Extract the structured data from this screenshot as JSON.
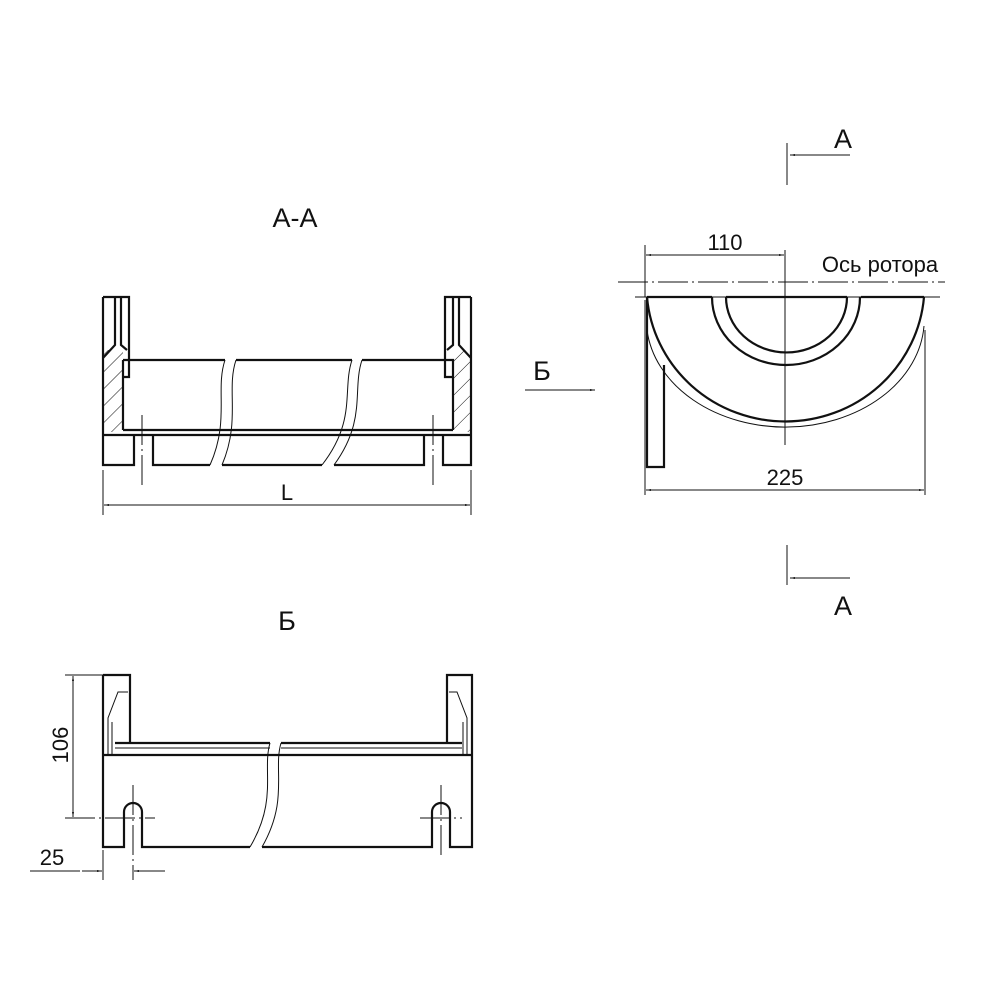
{
  "section_aa": {
    "title": "А-А",
    "dim_length": "L"
  },
  "side_view": {
    "dim_axis_offset": "110",
    "axis_label": "Ось ротора",
    "dim_width": "225",
    "view_arrow_label": "Б",
    "cut_label_top": "А",
    "cut_label_bottom": "А"
  },
  "view_b": {
    "title": "Б",
    "dim_height": "106",
    "dim_slot": "25"
  },
  "colors": {
    "line": "#111111",
    "background": "#ffffff"
  }
}
